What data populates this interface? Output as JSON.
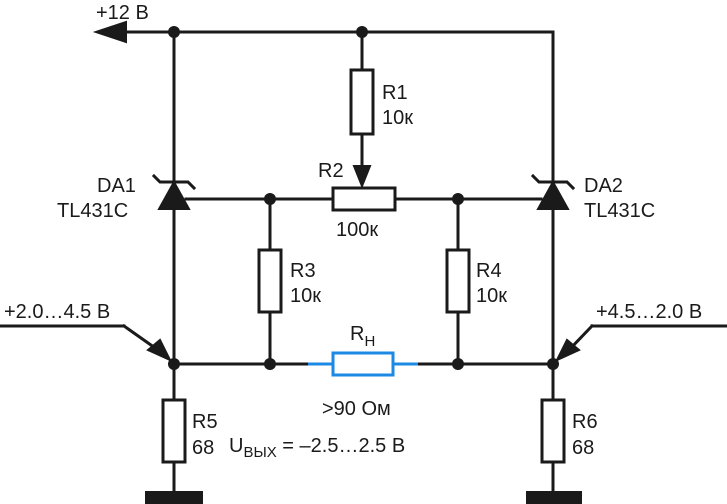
{
  "supply": {
    "label": "+12 В"
  },
  "components": {
    "r1": {
      "name": "R1",
      "value": "10к"
    },
    "r2": {
      "name": "R2",
      "value": "100к"
    },
    "r3": {
      "name": "R3",
      "value": "10к"
    },
    "r4": {
      "name": "R4",
      "value": "10к"
    },
    "r5": {
      "name": "R5",
      "value": "68"
    },
    "r6": {
      "name": "R6",
      "value": "68"
    },
    "rn": {
      "name": "R",
      "subscript": "Н",
      "value": ">90 Ом"
    },
    "da1": {
      "name": "DA1",
      "part": "TL431C"
    },
    "da2": {
      "name": "DA2",
      "part": "TL431C"
    }
  },
  "voltages": {
    "left": "+2.0…4.5 В",
    "right": "+4.5…2.0 В"
  },
  "output": {
    "prefix": "U",
    "subscript": "ВЫХ",
    "value": " = –2.5…2.5 В"
  },
  "colors": {
    "wire": "#1a1a1a",
    "load": "#1e88e5"
  }
}
